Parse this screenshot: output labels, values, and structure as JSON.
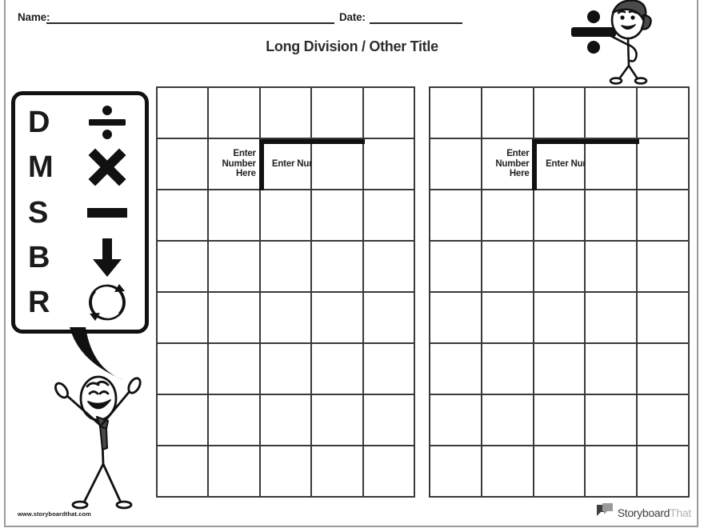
{
  "header": {
    "name_label": "Name:",
    "date_label": "Date:",
    "title": "Long Division / Other Title"
  },
  "legend": {
    "rows": [
      {
        "letter": "D",
        "symbol_name": "divide-icon",
        "symbol_glyph": "÷"
      },
      {
        "letter": "M",
        "symbol_name": "multiply-icon",
        "symbol_glyph": "×"
      },
      {
        "letter": "S",
        "symbol_name": "subtract-bar-icon",
        "symbol_glyph": "−"
      },
      {
        "letter": "B",
        "symbol_name": "bring-down-arrow-icon",
        "symbol_glyph": "↓"
      },
      {
        "letter": "R",
        "symbol_name": "repeat-circular-arrow-icon",
        "symbol_glyph": "↻"
      }
    ]
  },
  "problems": [
    {
      "id": "problem-1",
      "columns": 5,
      "rows": 8,
      "divisor_placeholder": "Enter Number Here",
      "dividend_placeholder": "Enter Number Here",
      "divisor_column": 2,
      "dividend_start_column": 3,
      "dividend_end_column": 4,
      "bracket_row": 2
    },
    {
      "id": "problem-2",
      "columns": 5,
      "rows": 8,
      "divisor_placeholder": "Enter Number Here",
      "dividend_placeholder": "Enter Number Here",
      "divisor_column": 2,
      "dividend_start_column": 3,
      "dividend_end_column": 4,
      "bracket_row": 2
    }
  ],
  "footer": {
    "url": "www.storyboardthat.com",
    "brand_primary": "Storyboard",
    "brand_secondary": "That",
    "logo_name": "storyboardthat-speech-bubble-logo"
  },
  "figures": {
    "top_right": "stick-figure-with-cap-holding-division-sign",
    "bottom_left": "stick-figure-with-tie-arms-raised"
  },
  "colors": {
    "ink": "#231f20",
    "grid_line": "#3a3a3a",
    "bracket": "#111111",
    "page_border": "#9a9a9a",
    "brand_dark": "#3f3f3f",
    "brand_light": "#b3b3b3",
    "background": "#ffffff"
  }
}
